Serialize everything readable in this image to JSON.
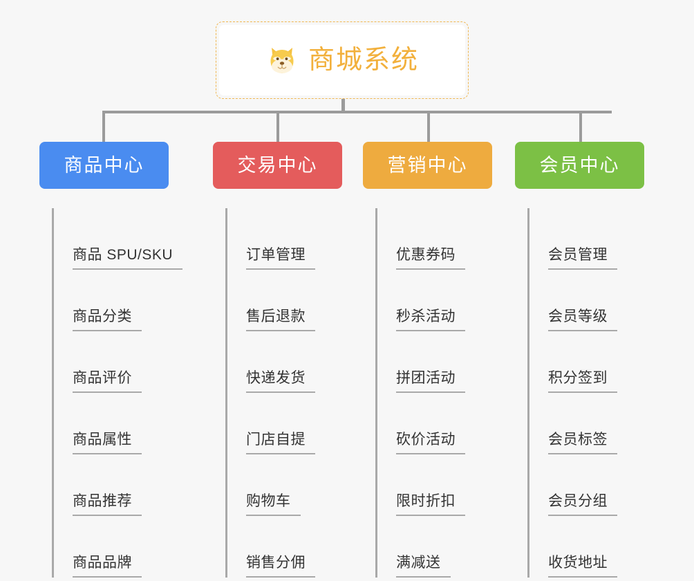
{
  "root": {
    "title": "商城系统",
    "icon": "shiba-dog-icon",
    "title_color": "#f2b03c",
    "border_color": "#f0b752"
  },
  "colors": {
    "background": "#f7f7f7",
    "connector": "#9b9b9b",
    "spine": "#a9a9a9",
    "leaf_text": "#333333"
  },
  "categories": [
    {
      "label": "商品中心",
      "color": "#4a8cf0",
      "items": [
        "商品 SPU/SKU",
        "商品分类",
        "商品评价",
        "商品属性",
        "商品推荐",
        "商品品牌"
      ]
    },
    {
      "label": "交易中心",
      "color": "#e45c5c",
      "items": [
        "订单管理",
        "售后退款",
        "快递发货",
        "门店自提",
        "购物车",
        "销售分佣"
      ]
    },
    {
      "label": "营销中心",
      "color": "#eeab3f",
      "items": [
        "优惠券码",
        "秒杀活动",
        "拼团活动",
        "砍价活动",
        "限时折扣",
        "满减送"
      ]
    },
    {
      "label": "会员中心",
      "color": "#7cc045",
      "items": [
        "会员管理",
        "会员等级",
        "积分签到",
        "会员标签",
        "会员分组",
        "收货地址"
      ]
    }
  ]
}
